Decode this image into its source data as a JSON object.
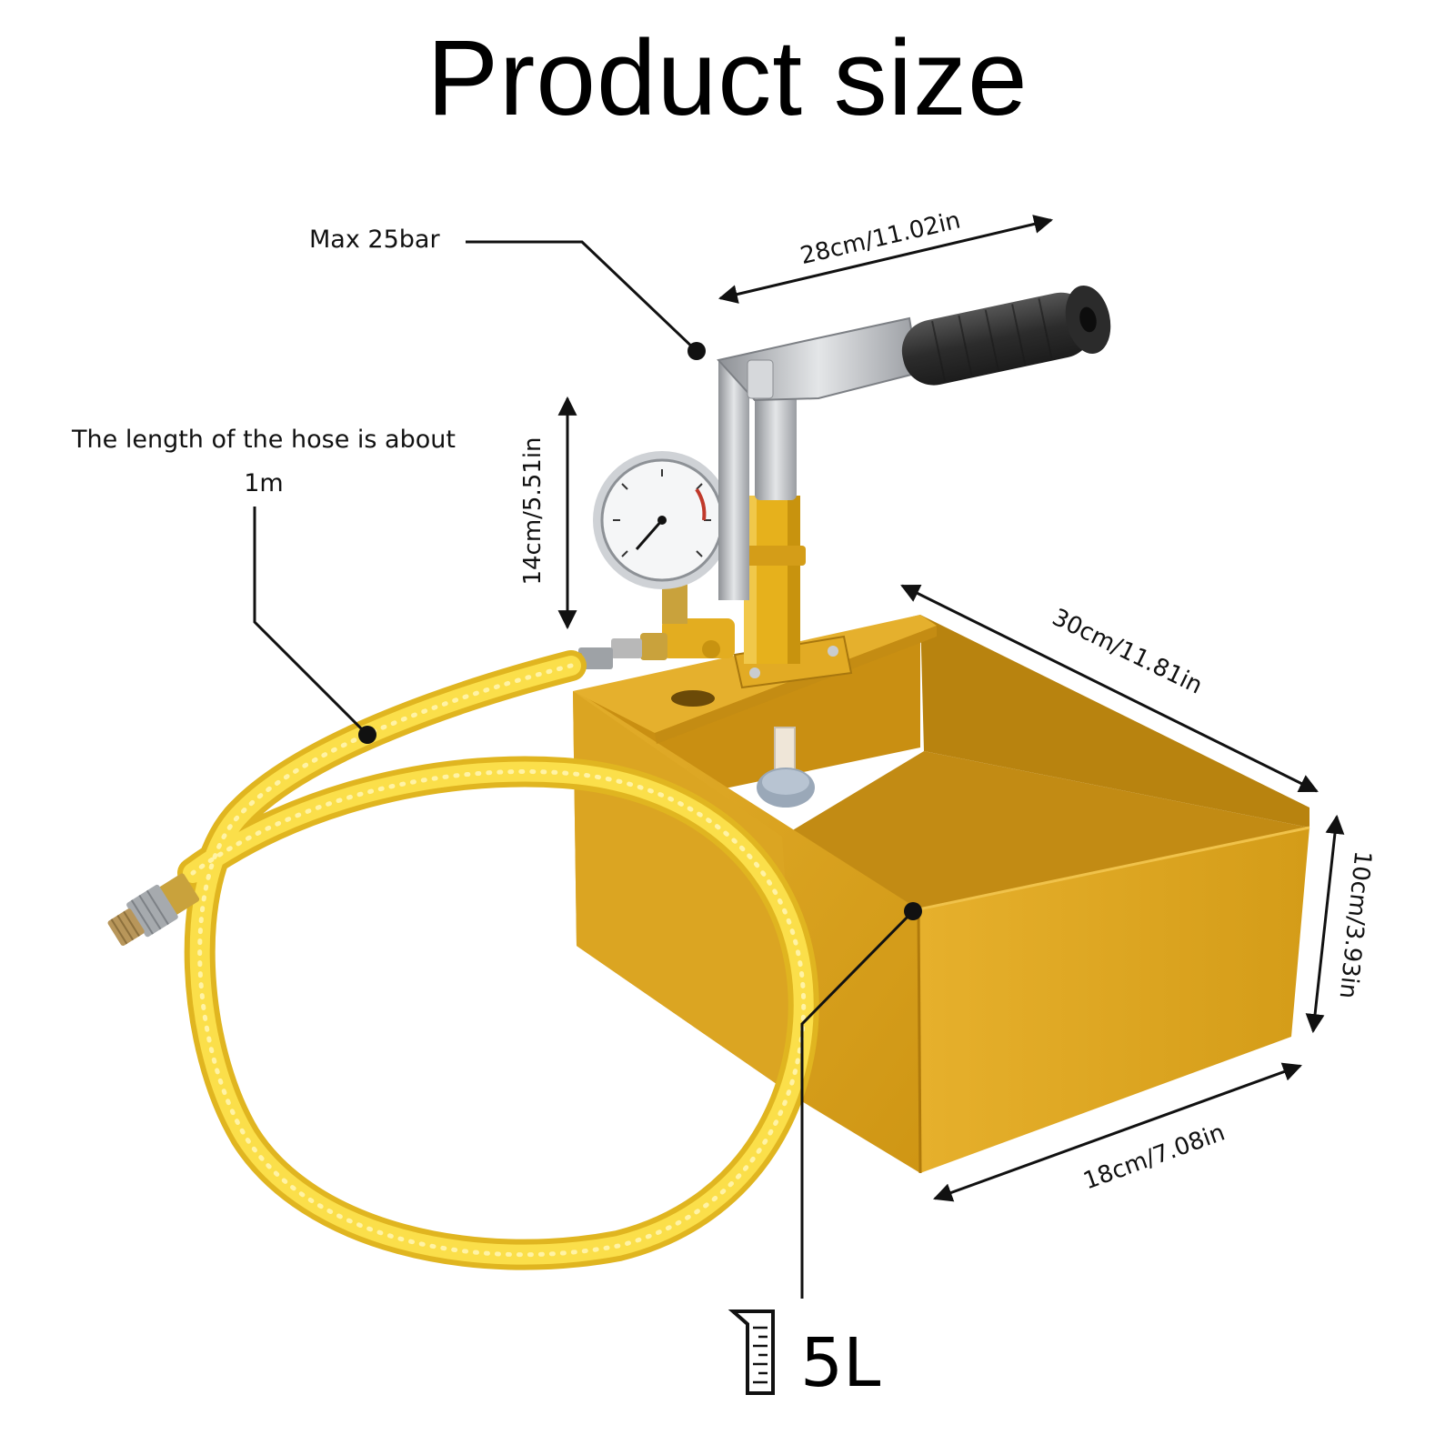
{
  "title": "Product size",
  "labels": {
    "pressure": "Max 25bar",
    "handle_width": "28cm/11.02in",
    "pump_height": "14cm/5.51in",
    "hose_length_line1": "The length of the hose is about",
    "hose_length_line2": "1m",
    "box_length": "30cm/11.81in",
    "box_height": "10cm/3.93in",
    "box_width": "18cm/7.08in",
    "capacity": "5L"
  },
  "icons": {
    "capacity": "measuring-cup-icon"
  },
  "colors": {
    "tank": "#d9a21c",
    "hose": "#f7d53a",
    "handle_grip": "#3a3a3a",
    "metal": "#b9bcc0",
    "lines": "#111111"
  }
}
